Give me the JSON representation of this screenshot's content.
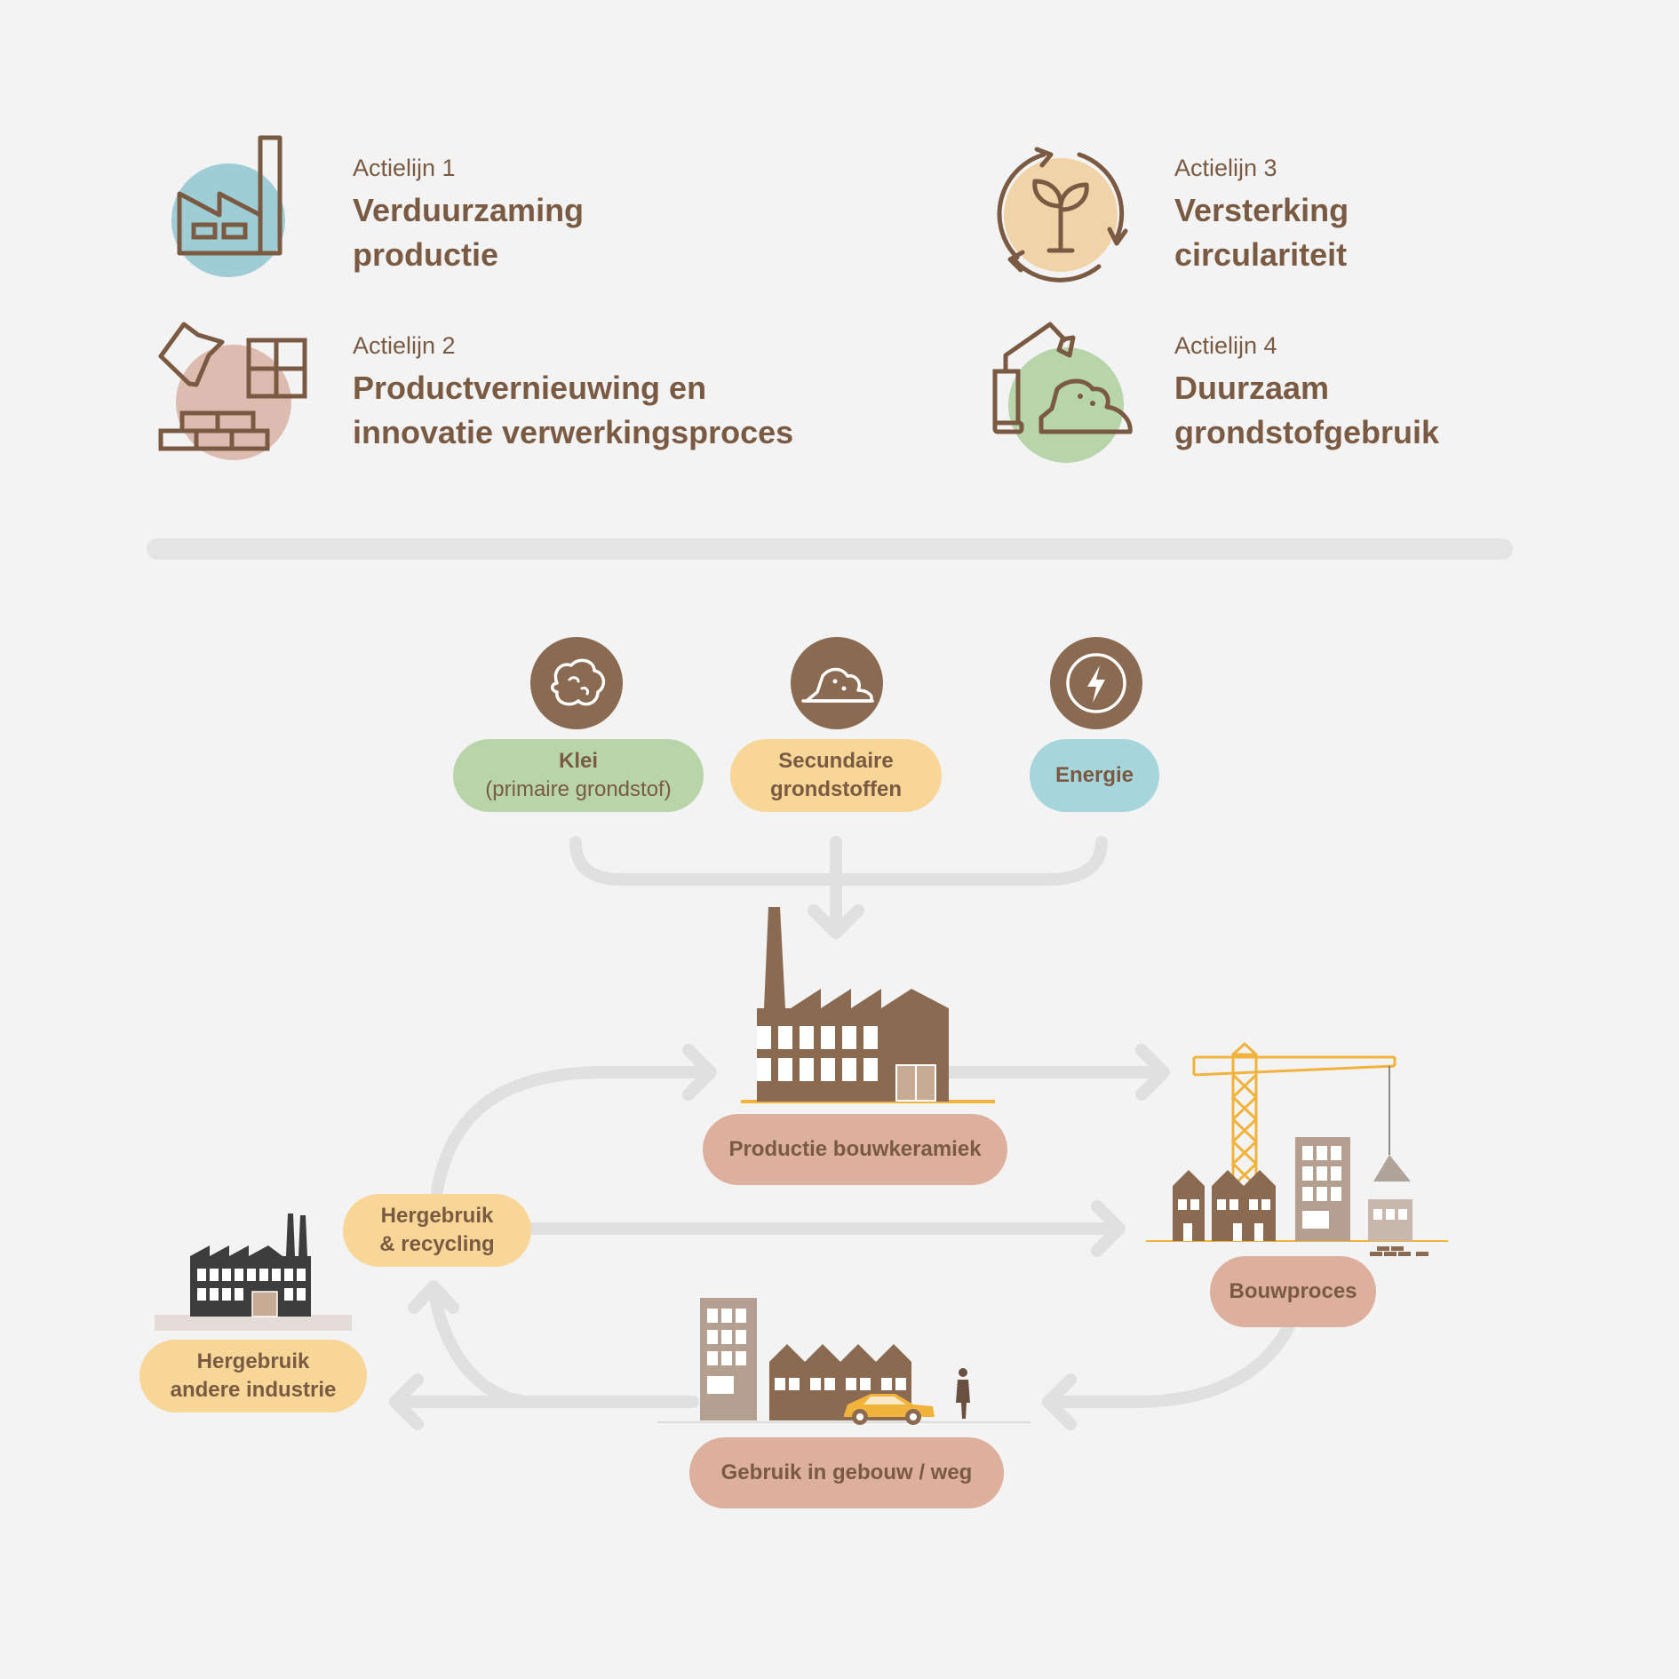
{
  "legend": [
    {
      "kicker": "Actielijn 1",
      "title": [
        "Verduurzaming",
        "productie"
      ],
      "icon": "factory-icon",
      "circle_color": "#9fcdd5"
    },
    {
      "kicker": "Actielijn 2",
      "title": [
        "Productvernieuwing en",
        "innovatie verwerkingsproces"
      ],
      "icon": "bricks-icon",
      "circle_color": "#dcbcb0"
    },
    {
      "kicker": "Actielijn 3",
      "title": [
        "Versterking",
        "circulariteit"
      ],
      "icon": "recycle-plant-icon",
      "circle_color": "#f0d3a6"
    },
    {
      "kicker": "Actielijn 4",
      "title": [
        "Duurzaam",
        "grondstofgebruik"
      ],
      "icon": "excavator-soil-icon",
      "circle_color": "#b8d5aa"
    }
  ],
  "inputs": [
    {
      "label": "Klei",
      "sub": "(primaire grondstof)",
      "icon": "clay-icon",
      "color": "#b8d5aa"
    },
    {
      "label": "Secundaire",
      "sub2": "grondstoffen",
      "icon": "soil-pile-icon",
      "color": "#f8d697"
    },
    {
      "label": "Energie",
      "icon": "lightning-icon",
      "color": "#a6d5db"
    }
  ],
  "nodes": {
    "production": "Productie bouwkeramiek",
    "construction": "Bouwproces",
    "use": "Gebruik in gebouw / weg",
    "recycling": [
      "Hergebruik",
      "& recycling"
    ],
    "other_industry": [
      "Hergebruik",
      "andere industrie"
    ]
  },
  "colors": {
    "brown": "#7a5a42",
    "factory": "#8a6a50",
    "arrow": "#e0e0e0",
    "crane": "#f2b33d",
    "pink_pill": "#dcb09d",
    "yellow_pill": "#f8d697",
    "dark_factory": "#3d3d3d"
  }
}
